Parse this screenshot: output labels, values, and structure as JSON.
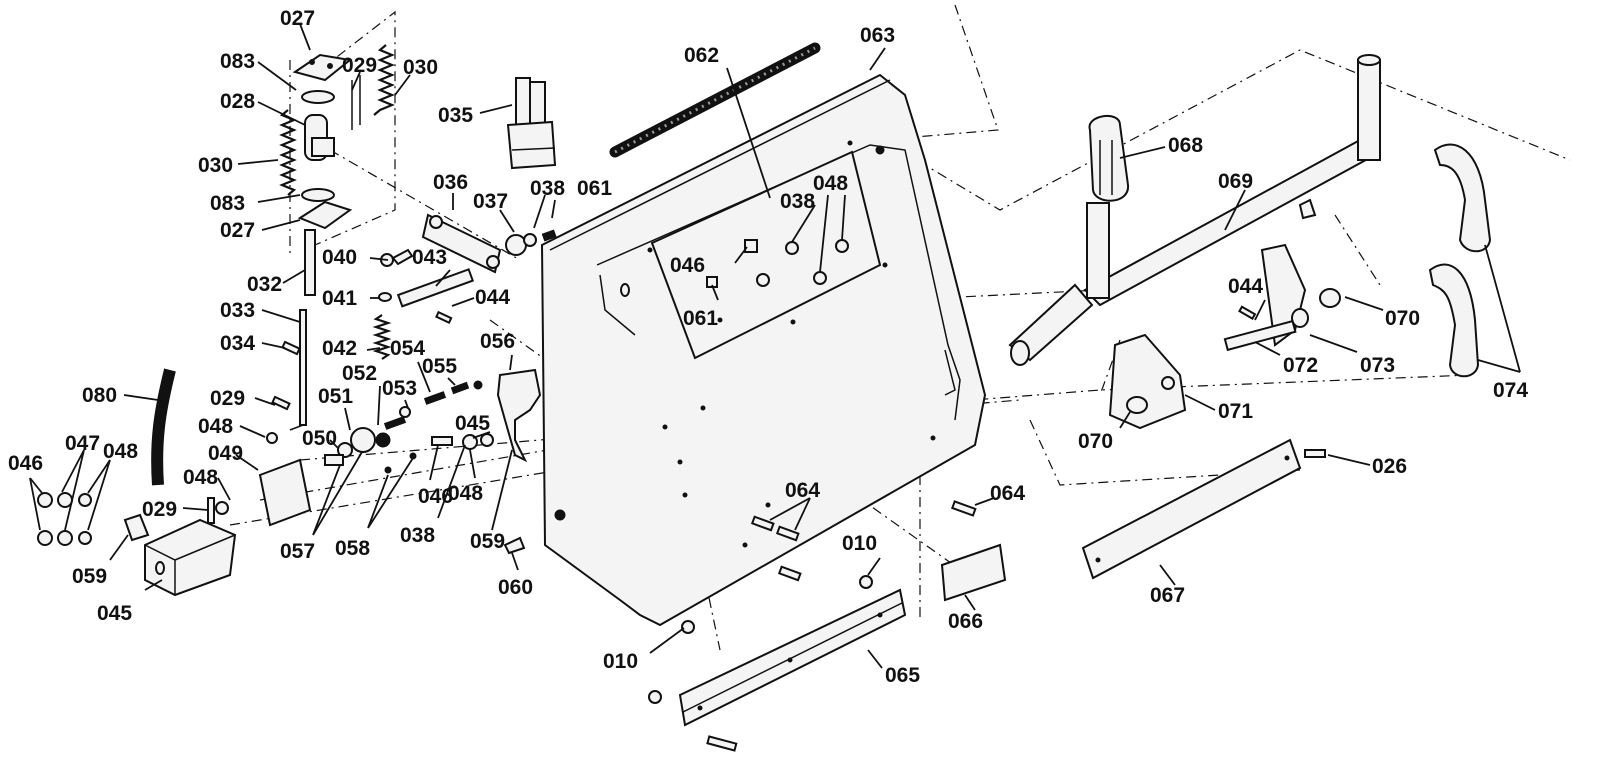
{
  "diagram": {
    "labels": {
      "l027a": "027",
      "l083a": "083",
      "l029a": "029",
      "l030a": "030",
      "l028": "028",
      "l030b": "030",
      "l083b": "083",
      "l027b": "027",
      "l032": "032",
      "l033": "033",
      "l034": "034",
      "l080": "080",
      "l029b": "029",
      "l048a": "048",
      "l046a": "046",
      "l047": "047",
      "l048b": "048",
      "l049": "049",
      "l048c": "048",
      "l029c": "029",
      "l059a": "059",
      "l045a": "045",
      "l035": "035",
      "l036": "036",
      "l037": "037",
      "l038a": "038",
      "l061a": "061",
      "l040": "040",
      "l043": "043",
      "l041": "041",
      "l044a": "044",
      "l042": "042",
      "l054": "054",
      "l052": "052",
      "l055": "055",
      "l056": "056",
      "l051": "051",
      "l053": "053",
      "l050": "050",
      "l045b": "045",
      "l046b": "046",
      "l048d": "048",
      "l057": "057",
      "l058": "058",
      "l038b": "038",
      "l059b": "059",
      "l060": "060",
      "l062": "062",
      "l063": "063",
      "l038c": "038",
      "l048e": "048",
      "l046c": "046",
      "l061b": "061",
      "l064a": "064",
      "l064b": "064",
      "l010a": "010",
      "l010b": "010",
      "l065": "065",
      "l066": "066",
      "l068": "068",
      "l069": "069",
      "l044b": "044",
      "l070a": "070",
      "l072": "072",
      "l073": "073",
      "l071": "071",
      "l070b": "070",
      "l074": "074",
      "l026": "026",
      "l067": "067"
    }
  }
}
